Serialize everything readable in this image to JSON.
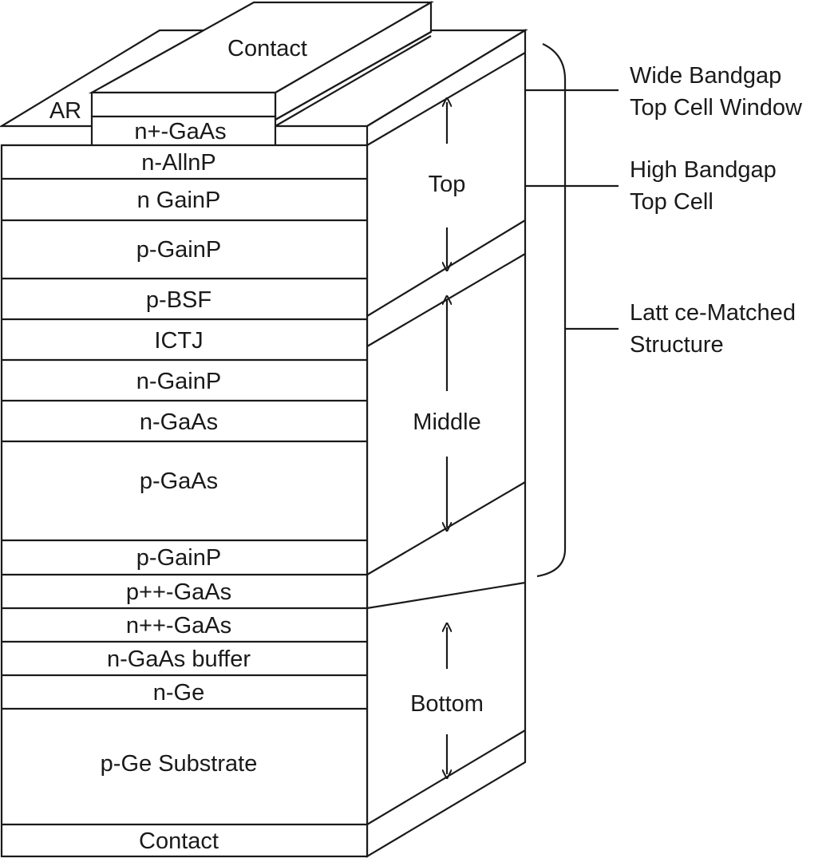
{
  "top_contact": "Contact",
  "ar_label": "AR",
  "cap_label": "n+-GaAs",
  "layers": [
    "n-AllnP",
    "n GainP",
    "p-GainP",
    "p-BSF",
    "ICTJ",
    "n-GainP",
    "n-GaAs",
    "p-GaAs",
    "p-GainP",
    "p++-GaAs",
    "n++-GaAs",
    "n-GaAs buffer",
    "n-Ge",
    "p-Ge Substrate",
    "Contact"
  ],
  "cells": {
    "top": "Top",
    "middle": "Middle",
    "bottom": "Bottom"
  },
  "annotations": {
    "window_line1": "Wide Bandgap",
    "window_line2": "Top Cell Window",
    "topcell_line1": "High Bandgap",
    "topcell_line2": "Top Cell",
    "lattice_line1": "Latt ce-Matched",
    "lattice_line2": "Structure"
  }
}
